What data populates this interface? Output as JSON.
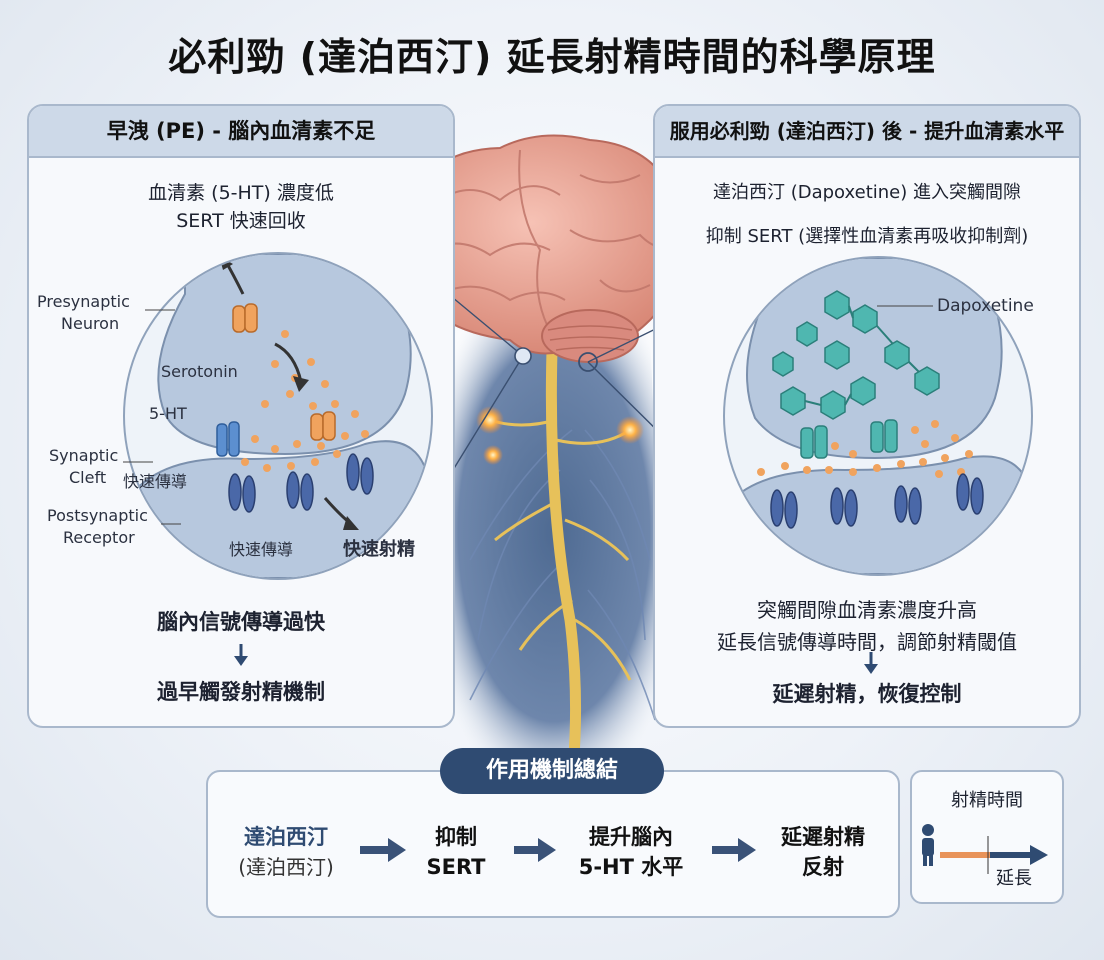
{
  "title": "必利勁 (達泊西汀) 延長射精時間的科學原理",
  "left_panel": {
    "header": "早洩 (PE) - 腦內血清素不足",
    "line1": "血清素 (5-HT) 濃度低",
    "line2": "SERT 快速回收",
    "labels": {
      "presynaptic": "Presynaptic",
      "neuron": "Neuron",
      "serotonin": "Serotonin",
      "five_ht": "5-HT",
      "synaptic": "Synaptic",
      "cleft": "Cleft",
      "fast_conduction_1": "快速傳導",
      "postsynaptic": "Postsynaptic",
      "receptor": "Receptor",
      "fast_conduction_2": "快速傳導",
      "fast_ejaculation": "快速射精"
    },
    "result1": "腦內信號傳導過快",
    "result2": "過早觸發射精機制"
  },
  "right_panel": {
    "header": "服用必利勁 (達泊西汀) 後 - 提升血清素水平",
    "line1": "達泊西汀 (Dapoxetine) 進入突觸間隙",
    "line2": "抑制 SERT (選擇性血清素再吸收抑制劑)",
    "dapoxetine_label": "Dapoxetine",
    "result1": "突觸間隙血清素濃度升高",
    "result2": "延長信號傳導時間，調節射精閾值",
    "result3": "延遲射精，恢復控制"
  },
  "summary": {
    "tag": "作用機制總結",
    "step1_line1": "達泊西汀",
    "step1_line2": "(達泊西汀)",
    "step2_line1": "抑制",
    "step2_line2": "SERT",
    "step3_line1": "提升腦內",
    "step3_line2": "5-HT 水平",
    "step4_line1": "延遲射精",
    "step4_line2": "反射"
  },
  "time_box": {
    "title": "射精時間",
    "label": "延長"
  },
  "colors": {
    "accent_dark": "#2f4b72",
    "panel_border": "#a9b8cc",
    "panel_header": "#cdd9e8",
    "serotonin_dot": "#f0a35e",
    "dapoxetine": "#4fb7b0",
    "receptor": "#4a68a8",
    "brain": "#e9a296",
    "spinal": "#e7c15a"
  }
}
